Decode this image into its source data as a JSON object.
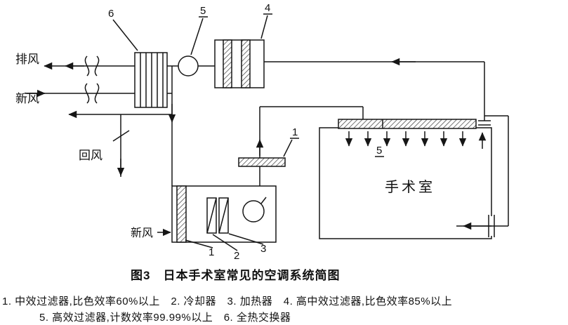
{
  "diagram": {
    "labels": {
      "exhaust_air": "排风",
      "fresh_air": "新风",
      "return_air": "回风",
      "fresh_air_bottom": "新风",
      "operating_room": "手术室"
    },
    "numbers": {
      "n6": "6",
      "n5_top": "5",
      "n4": "4",
      "n1_mid": "1",
      "n5_room": "5",
      "n1": "1",
      "n2": "2",
      "n3": "3"
    },
    "caption": "图3　日本手术室常见的空调系统简图",
    "legend": {
      "line1": "1. 中效过滤器,比色效率60%以上　2. 冷却器　3. 加热器　4. 高中效过滤器,比色效率85%以上",
      "line2": "5. 高效过滤器,计数效率99.99%以上　6. 全热交换器"
    },
    "colors": {
      "line": "#161616",
      "background": "#ffffff"
    }
  }
}
